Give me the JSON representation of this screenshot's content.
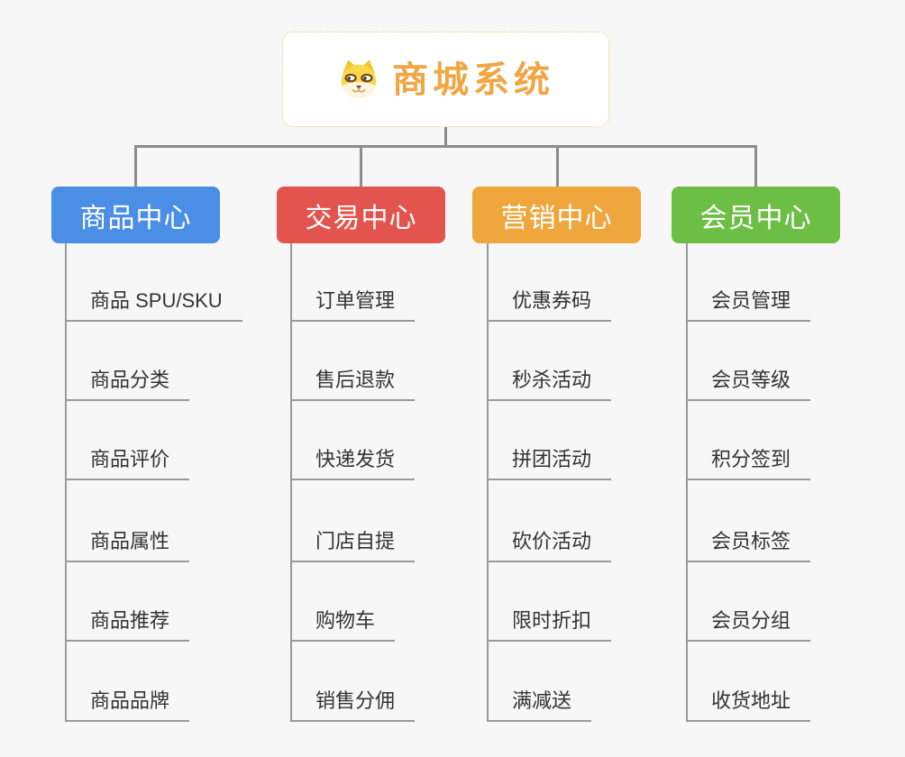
{
  "root": {
    "title": "商城系统",
    "icon": "dog-face-icon"
  },
  "branches": [
    {
      "label": "商品中心",
      "color": "#4A8EE6",
      "children": [
        "商品 SPU/SKU",
        "商品分类",
        "商品评价",
        "商品属性",
        "商品推荐",
        "商品品牌"
      ]
    },
    {
      "label": "交易中心",
      "color": "#E4544E",
      "children": [
        "订单管理",
        "售后退款",
        "快递发货",
        "门店自提",
        "购物车",
        "销售分佣"
      ]
    },
    {
      "label": "营销中心",
      "color": "#EEA63D",
      "children": [
        "优惠券码",
        "秒杀活动",
        "拼团活动",
        "砍价活动",
        "限时折扣",
        "满减送"
      ]
    },
    {
      "label": "会员中心",
      "color": "#6DBE45",
      "children": [
        "会员管理",
        "会员等级",
        "积分签到",
        "会员标签",
        "会员分组",
        "收货地址"
      ]
    }
  ],
  "colors": {
    "background": "#F7F7F7",
    "connector": "#8C8C8C",
    "underline": "#9A9A9A",
    "text": "#333333",
    "title": "#F0A644",
    "root_border": "#F5C878"
  }
}
